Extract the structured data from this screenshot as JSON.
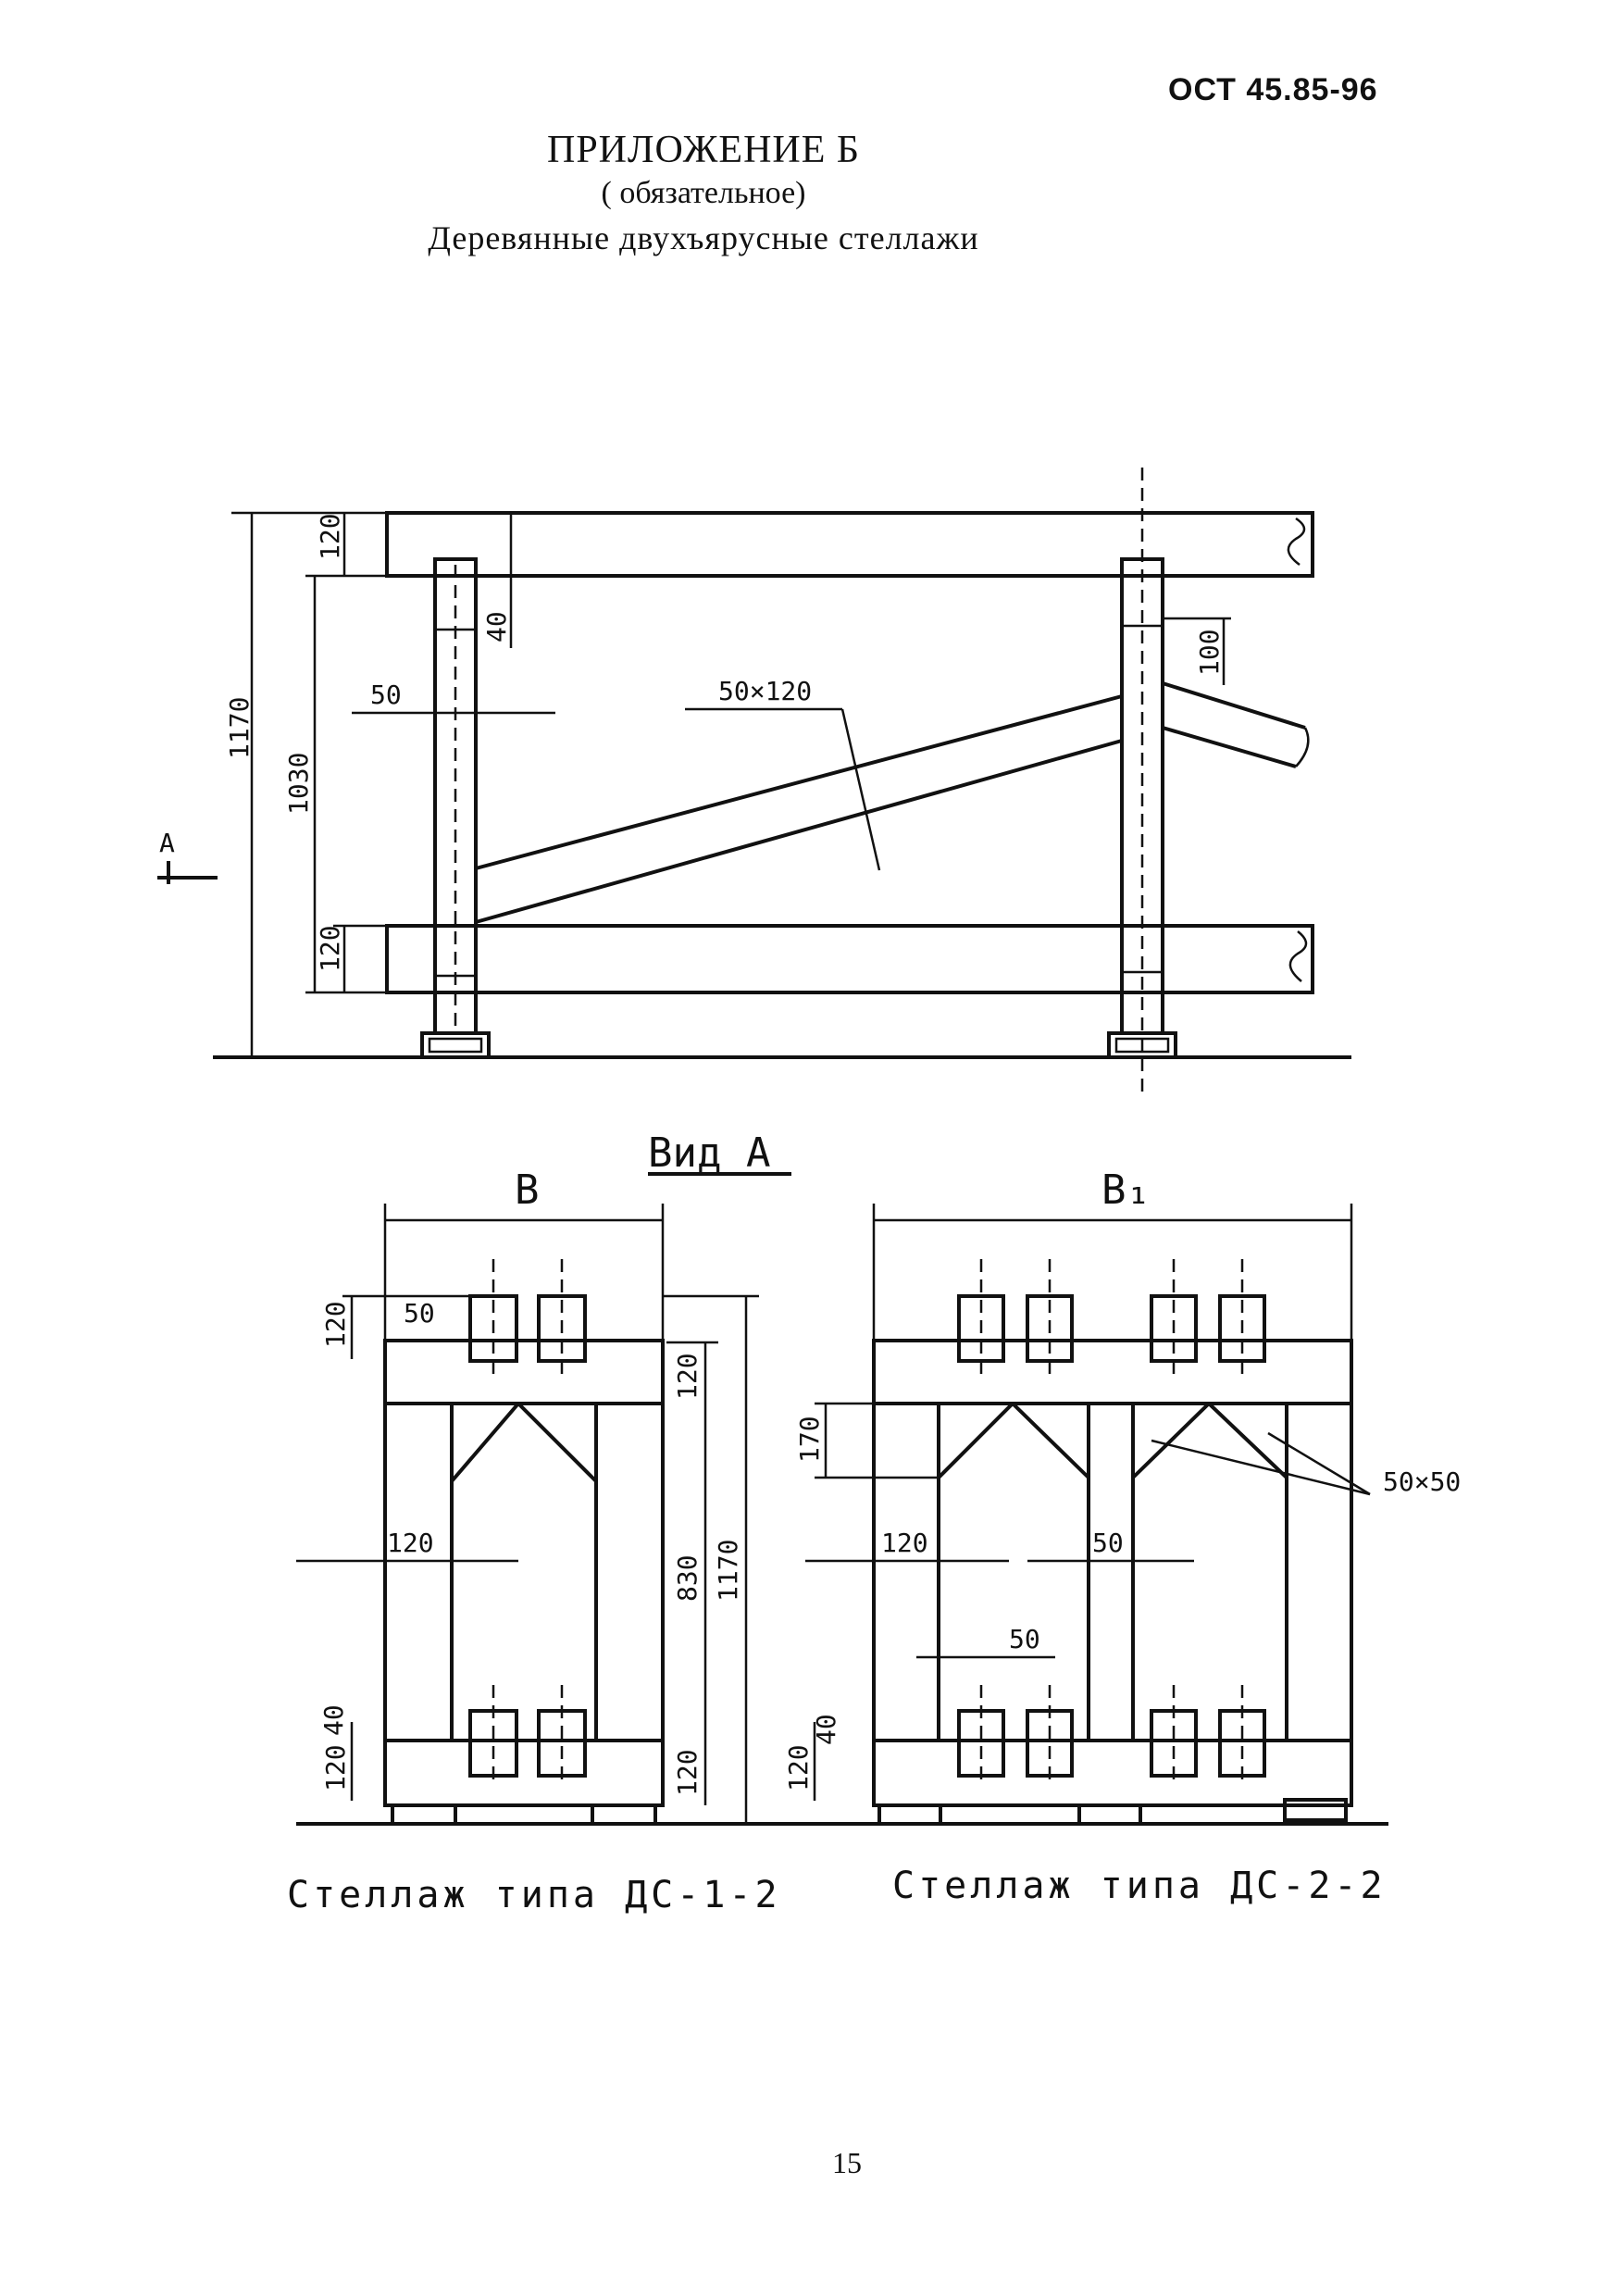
{
  "header": {
    "doc_code": "ОСТ 45.85-96",
    "appendix": "ПРИЛОЖЕНИЕ Б",
    "status": "( обязательное)",
    "title": "Деревянные двухъярусные стеллажи"
  },
  "side_view": {
    "dim_total_height": "1170",
    "dim_inner_height": "1030",
    "dim_top_board": "120",
    "dim_bottom_board": "120",
    "dim_post_notch": "40",
    "dim_post_width": "50",
    "dim_brace_section": "50×120",
    "dim_brace_offset": "100",
    "view_arrow_label": "А"
  },
  "front_views": {
    "view_title": "Вид А",
    "left": {
      "width_label": "В",
      "dim_top_board": "120",
      "dim_top_gap": "50",
      "dim_right_top": "120",
      "dim_post": "120",
      "dim_mid_height": "830",
      "dim_total_height": "1170",
      "dim_bottom_board": "120",
      "dim_bottom_notch": "40",
      "dim_right_bottom": "120",
      "caption": "Стеллаж типа ДС-1-2"
    },
    "right": {
      "width_label": "В₁",
      "dim_brace_height": "170",
      "dim_post": "120",
      "dim_mid_post": "50",
      "dim_gap": "50",
      "dim_bottom_board": "120",
      "dim_bottom_notch": "40",
      "dim_brace_section": "50×50",
      "caption": "Стеллаж типа ДС-2-2"
    }
  },
  "footer": {
    "page_number": "15"
  }
}
